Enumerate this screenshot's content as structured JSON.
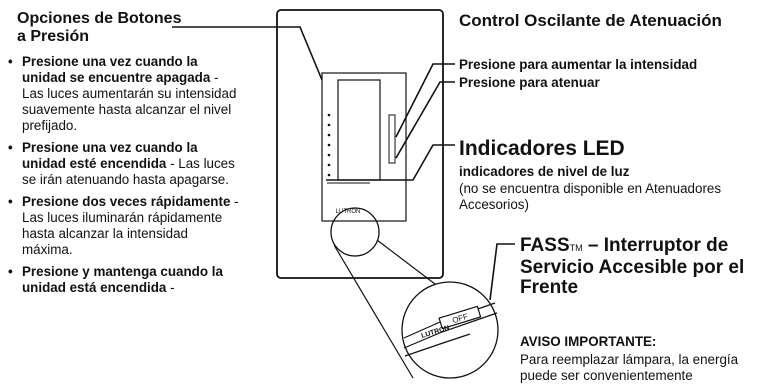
{
  "left": {
    "title_line1": "Opciones de Botones",
    "title_line2": "a Presión",
    "items": [
      {
        "bold": "Presione una vez cuando la unidad se encuentre apagada",
        "text": " - Las luces aumentarán su intensidad suavemente hasta alcanzar el nivel prefijado."
      },
      {
        "bold": "Presione una vez cuando la unidad esté encendida",
        "text": " - Las luces se irán atenuando hasta apagarse."
      },
      {
        "bold": "Presione dos veces rápidamente",
        "text": " - Las luces iluminarán rápidamente hasta alcanzar la intensidad máxima."
      },
      {
        "bold": "Presione y mantenga cuando la unidad está encendida",
        "text": " -"
      }
    ]
  },
  "right": {
    "title": "Control Oscilante de Atenuación",
    "raise_label": "Presione para aumentar la intensidad",
    "lower_label": "Presione para atenuar",
    "led_title": "Indicadores LED",
    "led_subtitle": "indicadores de nivel de luz",
    "led_note": "(no se encuentra disponible en Atenuadores Accesorios)",
    "fass_title_a": "FASS",
    "fass_tm": "TM",
    "fass_title_b": " – Interruptor de Servicio Accesible por el Frente",
    "notice_title": "AVISO IMPORTANTE:",
    "notice_text": "Para reemplazar lámpara, la energía puede ser convenientemente"
  },
  "device": {
    "brand": "LUTRON",
    "switch_label": "OFF"
  }
}
